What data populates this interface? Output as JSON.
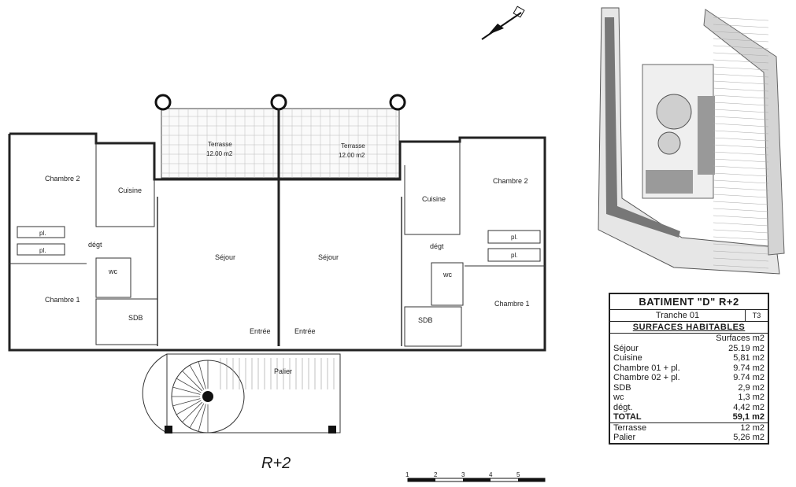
{
  "level_label": "R+2",
  "rooms_left": {
    "chambre2": "Chambre 2",
    "cuisine": "Cuisine",
    "pl1": "pl.",
    "pl2": "pl.",
    "degt": "dégt",
    "wc": "wc",
    "chambre1": "Chambre 1",
    "sdb": "SDB",
    "sejour": "Séjour",
    "entree": "Entrée"
  },
  "rooms_right": {
    "chambre2": "Chambre 2",
    "cuisine": "Cuisine",
    "pl1": "pl.",
    "pl2": "pl.",
    "degt": "dégt",
    "wc": "wc",
    "chambre1": "Chambre 1",
    "sdb": "SDB",
    "sejour": "Séjour",
    "entree": "Entrée"
  },
  "terrasse_left": {
    "name": "Terrasse",
    "area": "12.00 m2"
  },
  "terrasse_right": {
    "name": "Terrasse",
    "area": "12.00 m2"
  },
  "palier": "Palier",
  "scale_ticks": [
    "1",
    "2",
    "3",
    "4",
    "5"
  ],
  "surfaces": {
    "title": "BATIMENT \"D\" R+2",
    "tranche": "Tranche 01",
    "type": "T3",
    "subtitle": "SURFACES HABITABLES",
    "header": "Surfaces  m2",
    "rows": [
      {
        "label": "Séjour",
        "value": "25.19 m2"
      },
      {
        "label": "Cuisine",
        "value": "5,81 m2"
      },
      {
        "label": "Chambre 01 + pl.",
        "value": "9.74 m2"
      },
      {
        "label": "Chambre 02 + pl.",
        "value": "9.74 m2"
      },
      {
        "label": "SDB",
        "value": "2,9 m2"
      },
      {
        "label": "wc",
        "value": "1,3 m2"
      },
      {
        "label": "dégt.",
        "value": "4,42 m2"
      }
    ],
    "total": {
      "label": "TOTAL",
      "value": "59,1 m2"
    },
    "extra": [
      {
        "label": "Terrasse",
        "value": "12 m2"
      },
      {
        "label": "Palier",
        "value": "5,26 m2"
      }
    ]
  }
}
